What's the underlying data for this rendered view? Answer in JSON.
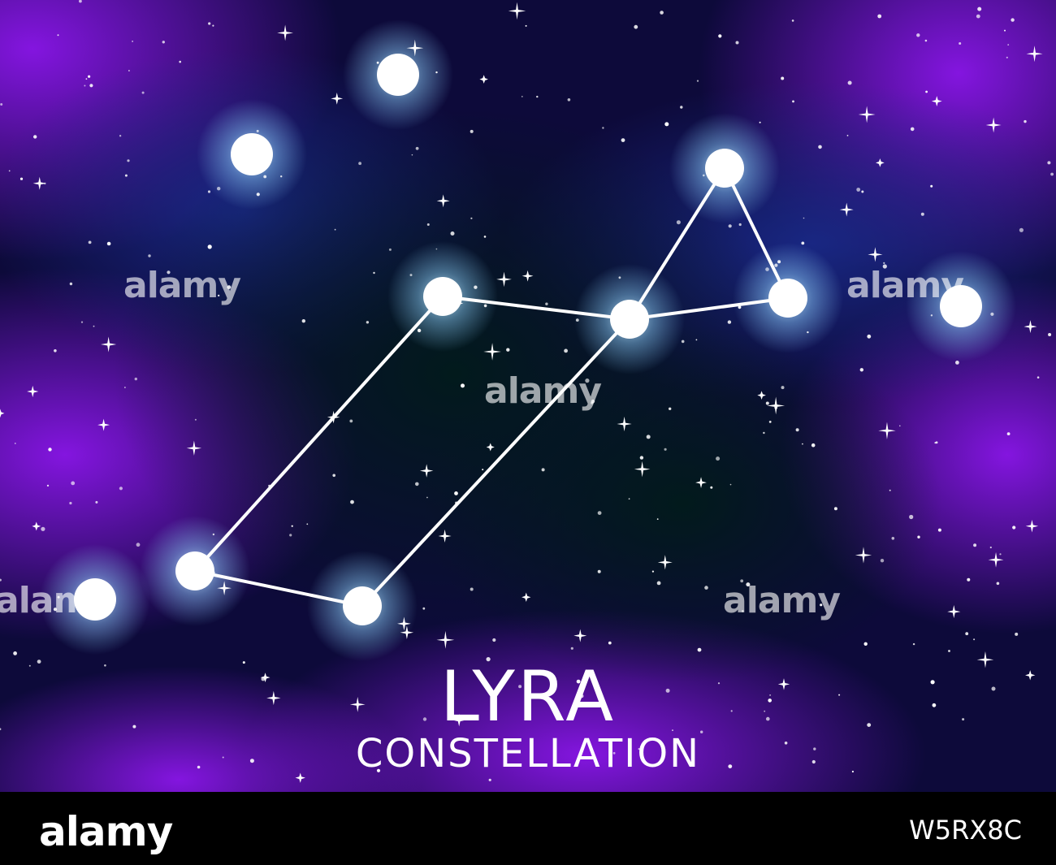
{
  "title": "LYRA",
  "subtitle": "CONSTELLATION",
  "watermark": "alamy",
  "brand": "alamy",
  "image_id": "W5RX8C",
  "colors": {
    "sky_purple": "#7a12d8",
    "sky_deep": "#04121c",
    "star": "#ffffff",
    "glow": "#8fd3ff"
  }
}
